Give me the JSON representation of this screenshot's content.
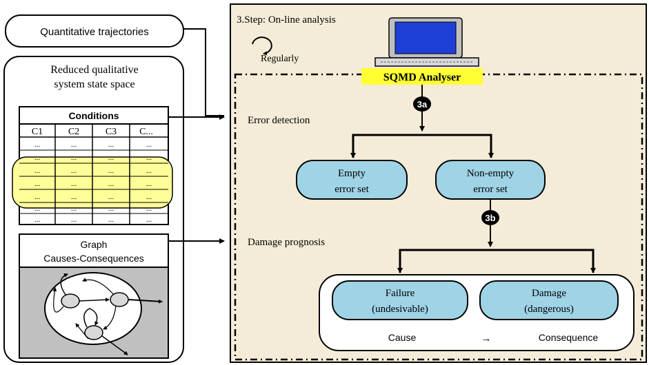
{
  "left_panel": {
    "quantitative_trajectories": "Quantitative trajectories",
    "reduced_space_line1": "Reduced qualitative",
    "reduced_space_line2": "system state space",
    "conditions_header": "Conditions",
    "columns": [
      "C1",
      "C2",
      "C3",
      "C..."
    ],
    "row_cell": "...",
    "graph_line1": "Graph",
    "graph_line2": "Causes-Consequences"
  },
  "right_panel": {
    "step_title": "3.Step: On-line analysis",
    "regularly": "Regularly",
    "analyser_label": "SQMD Analyser",
    "badge_3a": "3a",
    "badge_3b": "3b",
    "error_detection": "Error detection",
    "empty_line1": "Empty",
    "empty_line2": "error set",
    "nonempty_line1": "Non-empty",
    "nonempty_line2": "error set",
    "damage_prognosis": "Damage prognosis",
    "failure_line1": "Failure",
    "failure_line2": "(undesivable)",
    "damage_line1": "Damage",
    "damage_line2": "(dangerous)",
    "cause": "Cause",
    "arrow_glyph": "→",
    "consequence": "Consequence"
  },
  "colors": {
    "panel_bg": "#f4ecd8",
    "node_fill": "#9fd3e6",
    "highlight_yellow": "#ffff33",
    "row_yellow": "#ffff99",
    "graph_bg": "#c0c0c0"
  }
}
